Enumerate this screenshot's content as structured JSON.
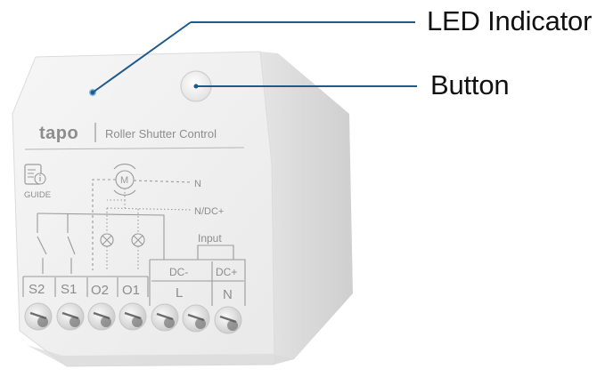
{
  "callouts": {
    "led": "LED Indicator",
    "button": "Button"
  },
  "device": {
    "brand": "tapo",
    "product": "Roller Shutter Control",
    "guide": "GUIDE",
    "motor": "M",
    "wiring": {
      "n": "N",
      "n_dc": "N/DC+",
      "input": "Input",
      "dc_minus": "DC-",
      "dc_plus": "DC+"
    },
    "terminals": [
      "S2",
      "S1",
      "O2",
      "O1",
      "L",
      "N"
    ]
  },
  "colors": {
    "callout_line": "#1f5a8c",
    "led": "#7fb6e6",
    "body": "#f2f2f2",
    "print": "#8a8a8a"
  }
}
